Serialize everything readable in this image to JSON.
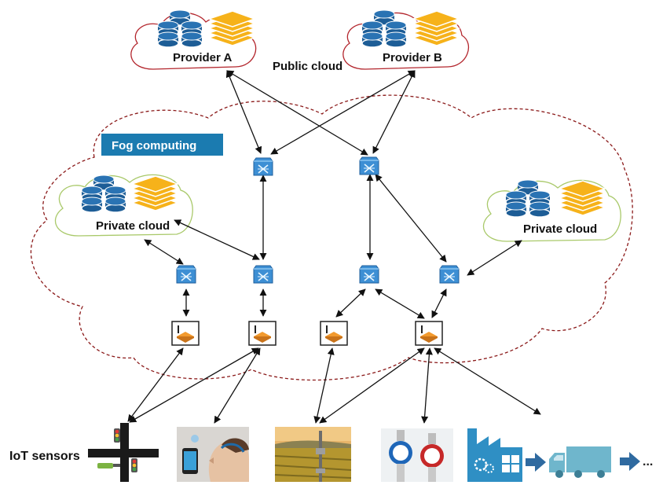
{
  "labels": {
    "provider_a": "Provider A",
    "provider_b": "Provider B",
    "public_cloud": "Public cloud",
    "fog_computing": "Fog computing",
    "private_cloud_left": "Private cloud",
    "private_cloud_right": "Private cloud",
    "iot_sensors": "IoT sensors",
    "ellipsis": "..."
  },
  "colors": {
    "cloud_public_outline": "#b3262d",
    "cloud_private_outline": "#a9c96a",
    "fog_boundary": "#8b1a1a",
    "fog_label_bg": "#1b7bb0",
    "database": "#1d5d96",
    "stack_layers": "#f6b21a",
    "router": "#3d8fd4",
    "gateway_orange": "#f29a2e",
    "arrow_blue": "#2f6aa0",
    "factory_blue": "#2f8fc4"
  },
  "icons": {
    "database": "database-icon",
    "stack": "server-stack-icon",
    "router": "fog-router-icon",
    "gateway": "wireless-gateway-icon",
    "traffic": "traffic-light-icon",
    "health": "wearable-health-icon",
    "field": "agriculture-field-sensor-icon",
    "meter": "water-meter-icon",
    "factory": "factory-icon",
    "truck": "delivery-truck-icon"
  }
}
